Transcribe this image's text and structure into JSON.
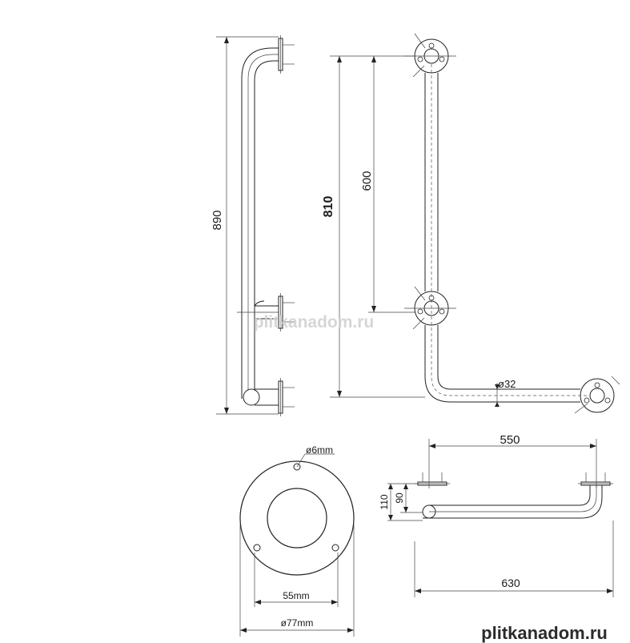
{
  "dimensions": {
    "side_height": "890",
    "total_height": "810",
    "mount_spacing": "600",
    "tube_diameter": "ø32",
    "top_width": "550",
    "flange_height_outer": "110",
    "flange_height_inner": "90",
    "total_width": "630",
    "hole_diameter": "ø6mm",
    "inner_diameter": "55mm",
    "outer_diameter": "ø77mm"
  },
  "watermarks": {
    "center": "plitkanadom.ru",
    "bottom": "plitkanadom.ru"
  }
}
